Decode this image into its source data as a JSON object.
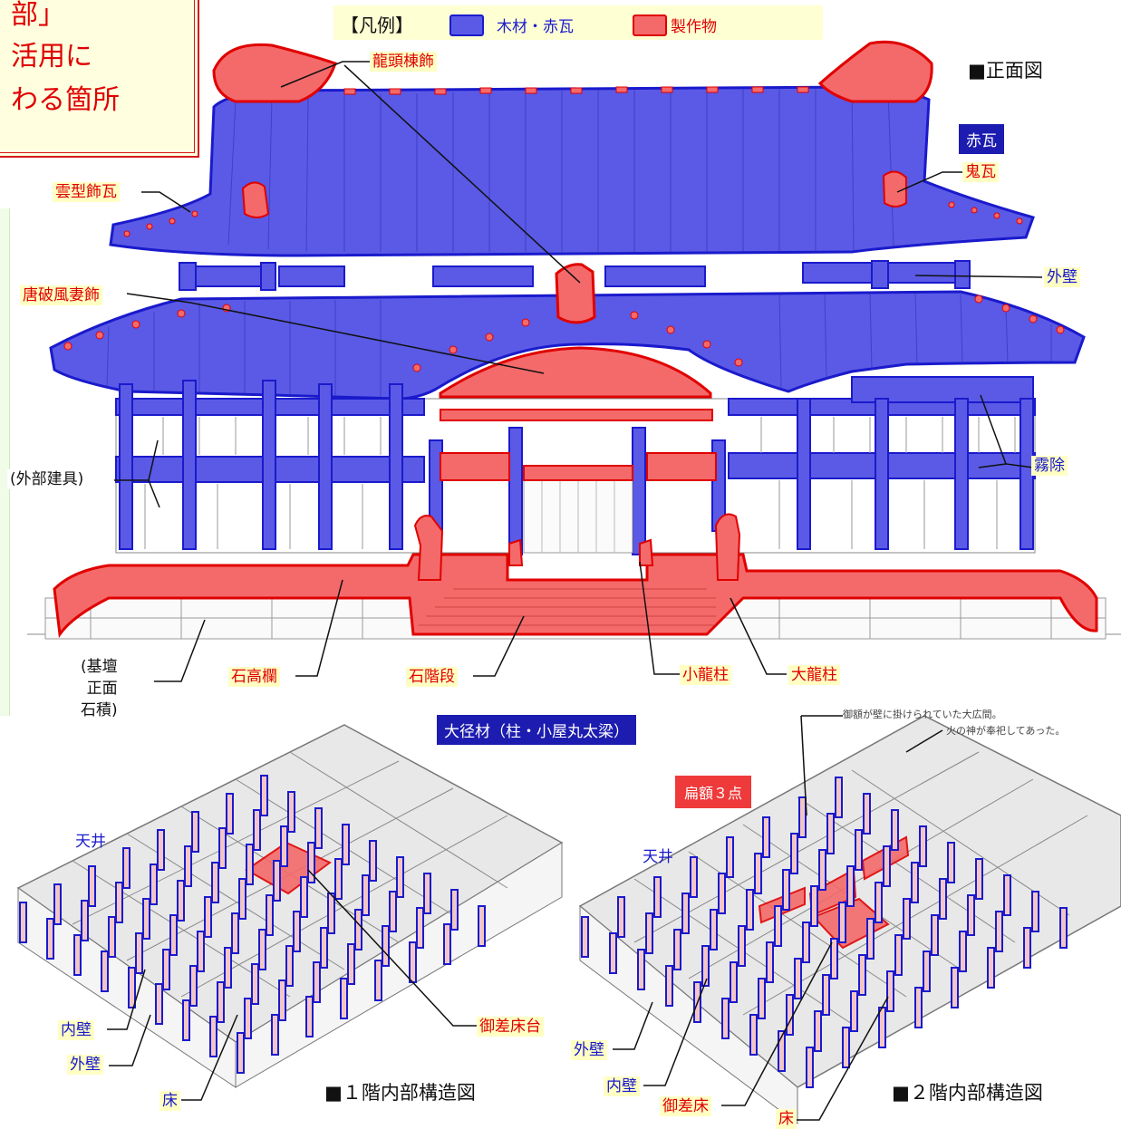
{
  "corner_note": {
    "lines": [
      "部」",
      "活用に",
      "わる箇所"
    ]
  },
  "legend": {
    "title": "【凡例】",
    "items": [
      {
        "label": "木材・赤瓦",
        "color": "#5a5ae6",
        "border": "#1a1acc"
      },
      {
        "label": "製作物",
        "color": "#f46a6a",
        "border": "#e00000"
      }
    ]
  },
  "front": {
    "title": "■正面図",
    "badge_akagawara": "赤瓦",
    "labels": {
      "ryuto": "龍頭棟飾",
      "onigawara": "鬼瓦",
      "kumogata": "雲型飾瓦",
      "gaiheki": "外壁",
      "karahafu": "唐破風妻飾",
      "kiriyoke": "霧除",
      "gaibu_tategu": "(外部建具)",
      "kidan": "(基壇\n正面\n石積)",
      "ishi_koran": "石高欄",
      "ishi_kaidan": "石階段",
      "shoryu": "小龍柱",
      "dairyu": "大龍柱"
    }
  },
  "section_badges": {
    "daikei": "大径材（柱・小屋丸太梁）",
    "hengaku": "扁額３点"
  },
  "floor1": {
    "title": "■１階内部構造図",
    "labels": {
      "tenjo": "天井",
      "naiheki": "内壁",
      "gaiheki": "外壁",
      "yuka": "床",
      "usasuka": "御差床台"
    }
  },
  "floor2": {
    "title": "■２階内部構造図",
    "labels": {
      "tenjo": "天井",
      "gaiheki": "外壁",
      "naiheki": "内壁",
      "usasuka": "御差床",
      "yuka": "床"
    },
    "annotations": [
      "御額が壁に掛けられていた大広間。",
      "火の神が奉祀してあった。"
    ]
  },
  "colors": {
    "wood": "#5a5ae6",
    "wood_edge": "#1a1acc",
    "made": "#f46a6a",
    "made_edge": "#e00000",
    "label_bg": "#ffffc4",
    "post_fill": "#f2c6c6"
  }
}
